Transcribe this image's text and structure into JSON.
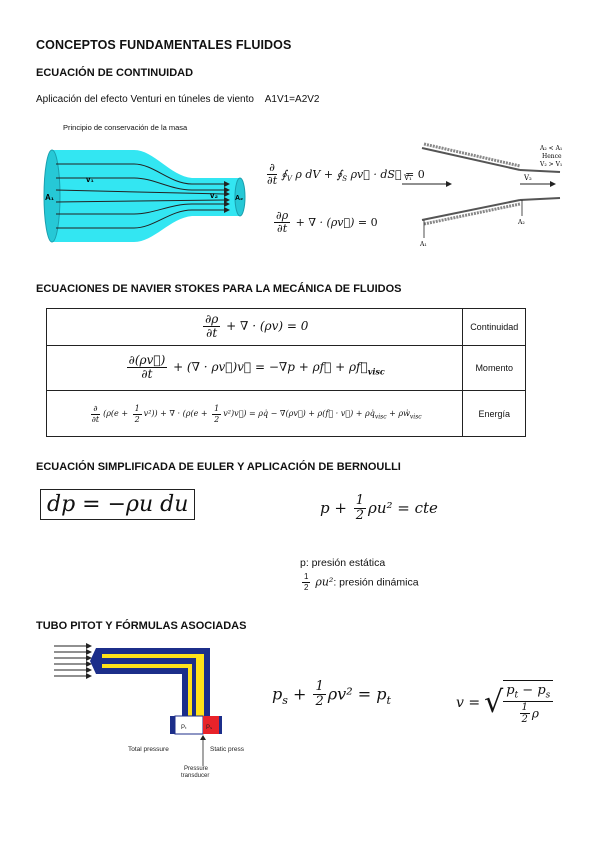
{
  "title": "CONCEPTOS FUNDAMENTALES FLUIDOS",
  "continuity": {
    "heading": "ECUACIÓN DE CONTINUIDAD",
    "application": "Aplicación del efecto Venturi en túneles de viento",
    "relation": "A1V1=A2V2",
    "principle": "Principio de conservación de la masa",
    "pipe_labels": {
      "a1": "A₁",
      "v1": "v₁",
      "v2": "v₂",
      "a2": "A₂"
    },
    "duct_labels": {
      "v1": "V₁",
      "v2": "V₂",
      "a1": "A₁",
      "a2": "A₂",
      "note1": "A₂ < A₁",
      "note2": "Hence",
      "note3": "V₂ > V₁"
    },
    "integral_rhs": "= 0",
    "differential_rhs": "= 0"
  },
  "navier": {
    "heading": "ECUACIONES DE NAVIER STOKES PARA LA MECÁNICA DE FLUIDOS",
    "rows": [
      {
        "label": "Continuidad"
      },
      {
        "label": "Momento"
      },
      {
        "label": "Energía"
      }
    ]
  },
  "euler": {
    "heading": "ECUACIÓN SIMPLIFICADA DE EULER Y APLICACIÓN DE BERNOULLI",
    "bernoulli_rhs": "cte",
    "legend_static": "p: presión estática",
    "legend_dynamic": ": presión dinámica"
  },
  "pitot": {
    "heading": "TUBO PITOT Y FÓRMULAS ASOCIADAS",
    "total_pressure": "Total pressure",
    "static_press": "Static press",
    "transducer_1": "Pressure",
    "transducer_2": "transducer",
    "pt_label": "Pₜ",
    "ps_label": "Pₛ"
  },
  "colors": {
    "pipe": "#33e6f2",
    "pitot_outer": "#1c2e8a",
    "pitot_inner": "#ffe21a",
    "static_box": "#e8232a"
  }
}
